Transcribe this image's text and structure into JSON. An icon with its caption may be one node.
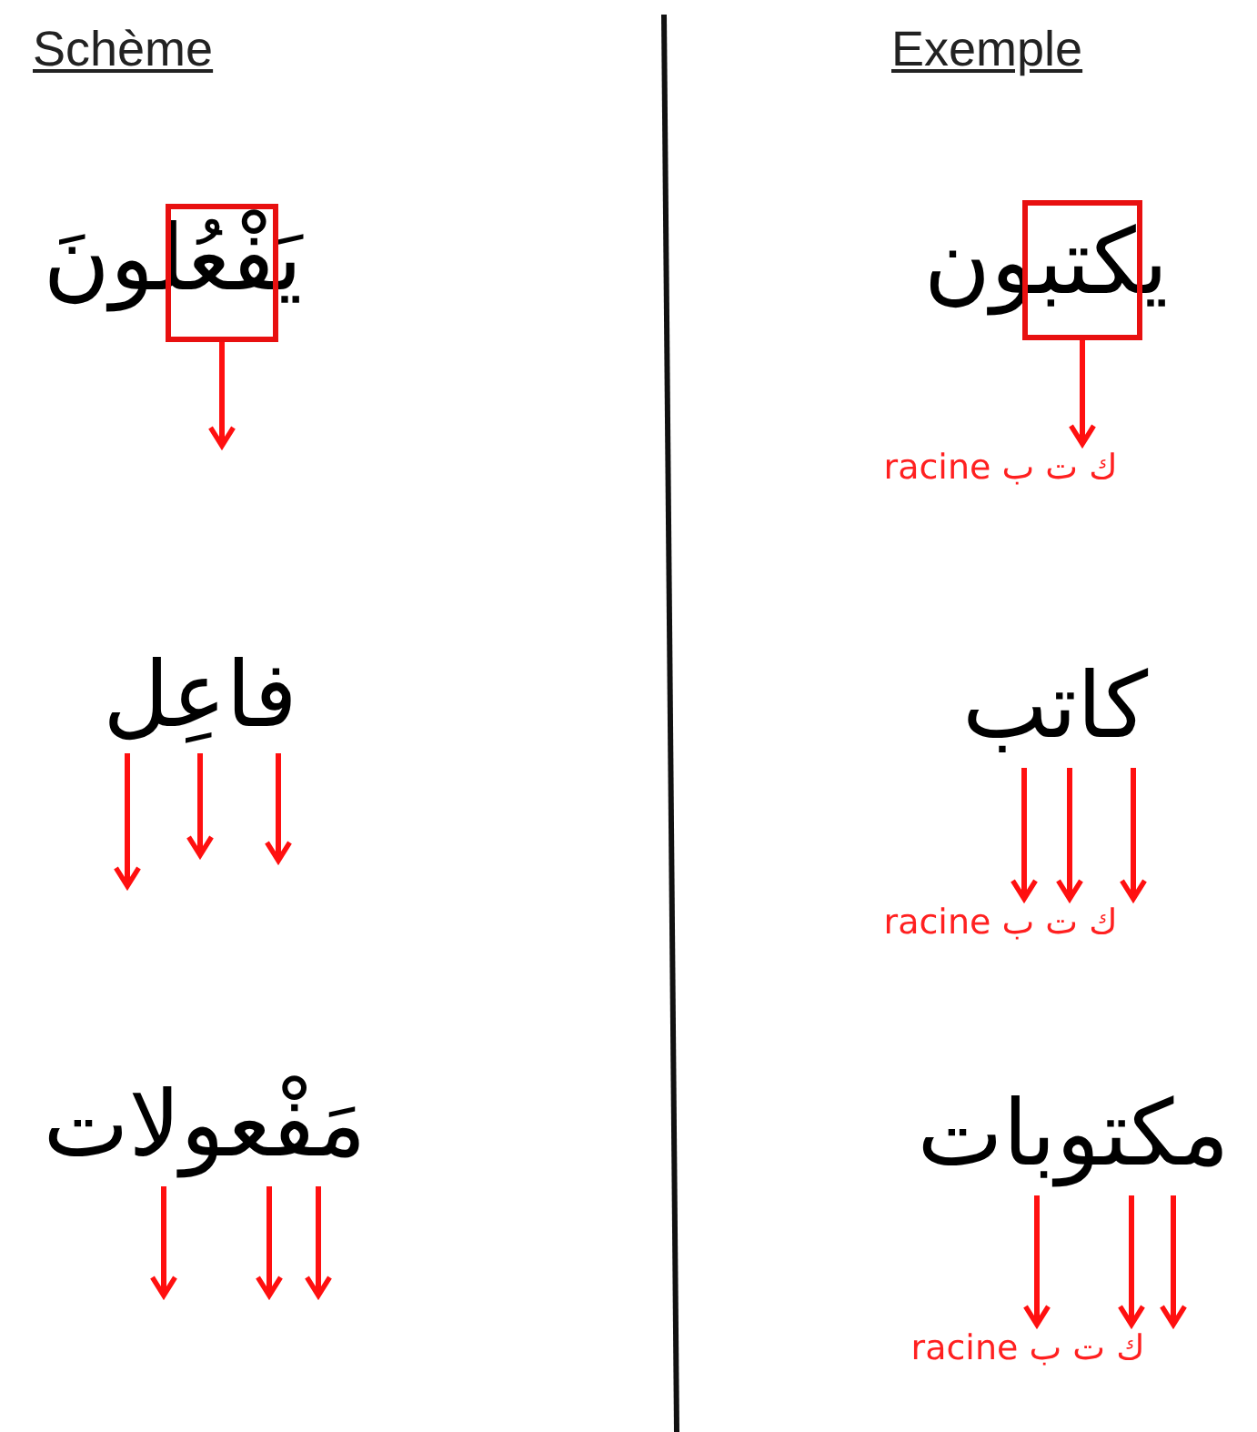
{
  "diagram": {
    "nodes": [
      {
        "text": [
          "يَفْعُلونَ"
        ]
      },
      {
        "text": [
          "يكتبون"
        ]
      },
      {
        "text": [
          "racine ك ت ب"
        ]
      },
      {
        "text": [
          "فاعِل"
        ]
      },
      {
        "text": [
          "كاتب"
        ]
      },
      {
        "text": [
          "racine ك ت ب"
        ]
      },
      {
        "text": [
          "مَفْعولات"
        ]
      },
      {
        "text": [
          "مكتوبات"
        ]
      },
      {
        "text": [
          "racine ك ت ب"
        ]
      }
    ],
    "edges": [
      {
        "from": 0,
        "to": null,
        "arrow": "to"
      },
      {
        "from": 1,
        "to": 2,
        "arrow": "to"
      },
      {
        "from": 3,
        "to": null,
        "arrow": "to"
      },
      {
        "from": 3,
        "to": null,
        "arrow": "to"
      },
      {
        "from": 3,
        "to": null,
        "arrow": "to"
      },
      {
        "from": 4,
        "to": 5,
        "arrow": "to"
      },
      {
        "from": 4,
        "to": 5,
        "arrow": "to"
      },
      {
        "from": 4,
        "to": 5,
        "arrow": "to"
      },
      {
        "from": 6,
        "to": null,
        "arrow": "to"
      },
      {
        "from": 6,
        "to": null,
        "arrow": "to"
      },
      {
        "from": 6,
        "to": null,
        "arrow": "to"
      },
      {
        "from": 7,
        "to": 8,
        "arrow": "to"
      },
      {
        "from": 7,
        "to": 8,
        "arrow": "to"
      },
      {
        "from": 7,
        "to": 8,
        "arrow": "to"
      }
    ],
    "labels": [
      "Schème",
      "Exemple"
    ]
  }
}
